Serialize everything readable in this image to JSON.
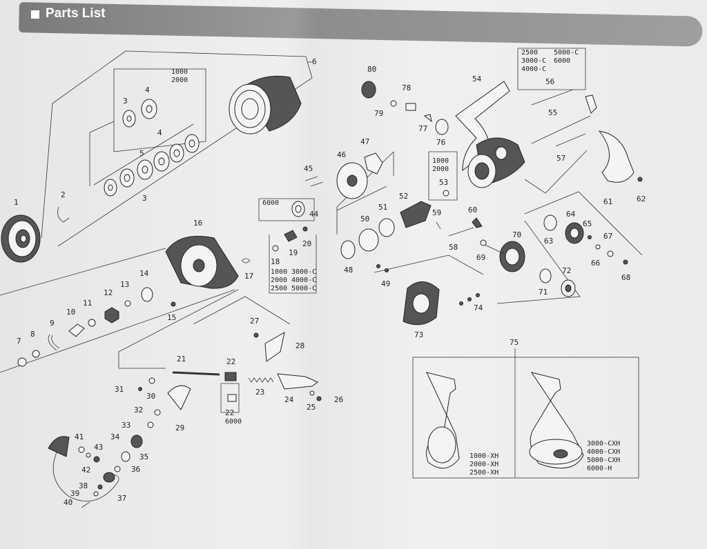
{
  "header": {
    "title": "Parts List"
  },
  "size_notes": {
    "spool_variants": [
      "1000",
      "2000"
    ],
    "main_shaft_sizes": [
      "2500",
      "5000-C",
      "3000-C",
      "6000",
      "4000-C"
    ],
    "part_44_size": "6000",
    "part_53_sizes": [
      "1000",
      "2000"
    ],
    "part_18_sizes": [
      "1000",
      "3000-C",
      "2000",
      "4000-C",
      "2500",
      "5000-C"
    ],
    "part_22_size": "6000",
    "handle_left_sizes": [
      "1000-XH",
      "2000-XH",
      "2500-XH"
    ],
    "handle_right_sizes": [
      "3000-CXH",
      "4000-CXH",
      "5000-CXH",
      "6000-H"
    ]
  },
  "part_numbers": {
    "p1": "1",
    "p2": "2",
    "p3a": "3",
    "p3b": "3",
    "p4a": "4",
    "p4b": "4",
    "p5": "5",
    "p6": "6",
    "p7": "7",
    "p8": "8",
    "p9": "9",
    "p10": "10",
    "p11": "11",
    "p12": "12",
    "p13": "13",
    "p14": "14",
    "p15": "15",
    "p16": "16",
    "p17": "17",
    "p18": "18",
    "p19": "19",
    "p20": "20",
    "p21": "21",
    "p22a": "22",
    "p22b": "22",
    "p23": "23",
    "p24": "24",
    "p25": "25",
    "p26": "26",
    "p27": "27",
    "p28": "28",
    "p29": "29",
    "p30": "30",
    "p31": "31",
    "p32": "32",
    "p33": "33",
    "p34": "34",
    "p35": "35",
    "p36": "36",
    "p37": "37",
    "p38": "38",
    "p39": "39",
    "p40": "40",
    "p41": "41",
    "p42": "42",
    "p43": "43",
    "p44": "44",
    "p45": "45",
    "p46": "46",
    "p47": "47",
    "p48": "48",
    "p49": "49",
    "p50": "50",
    "p51": "51",
    "p52": "52",
    "p53": "53",
    "p54": "54",
    "p55": "55",
    "p56": "56",
    "p57": "57",
    "p58": "58",
    "p59": "59",
    "p60": "60",
    "p61": "61",
    "p62": "62",
    "p63": "63",
    "p64": "64",
    "p65": "65",
    "p66": "66",
    "p67": "67",
    "p68": "68",
    "p69": "69",
    "p70": "70",
    "p71": "71",
    "p72": "72",
    "p73": "73",
    "p74": "74",
    "p75": "75",
    "p76": "76",
    "p77": "77",
    "p78": "78",
    "p79": "79",
    "p80": "80"
  }
}
